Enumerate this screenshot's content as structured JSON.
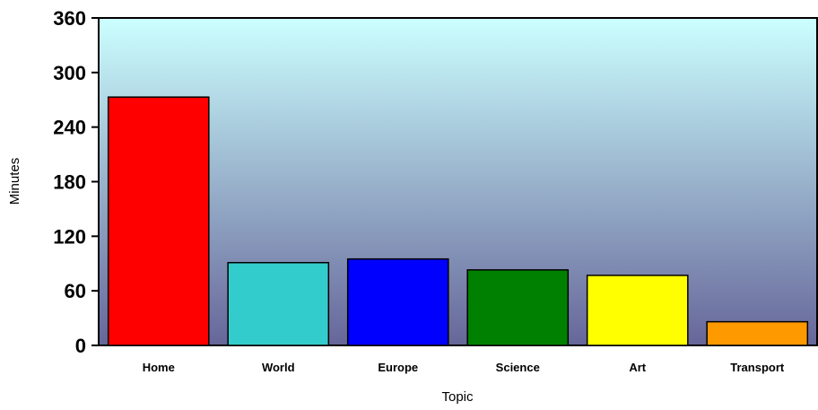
{
  "chart_data": {
    "type": "bar",
    "categories": [
      "Home",
      "World",
      "Europe",
      "Science",
      "Art",
      "Transport"
    ],
    "values": [
      273,
      91,
      95,
      83,
      77,
      26
    ],
    "colors": [
      "#ff0000",
      "#33cccc",
      "#0000ff",
      "#008000",
      "#ffff00",
      "#ff9900"
    ],
    "xlabel": "Topic",
    "ylabel": "Minutes",
    "ylim": [
      0,
      360
    ],
    "yticks": [
      0,
      60,
      120,
      180,
      240,
      300,
      360
    ],
    "background_gradient": [
      "#ccffff",
      "#666699"
    ],
    "grid": false,
    "legend": "none"
  }
}
